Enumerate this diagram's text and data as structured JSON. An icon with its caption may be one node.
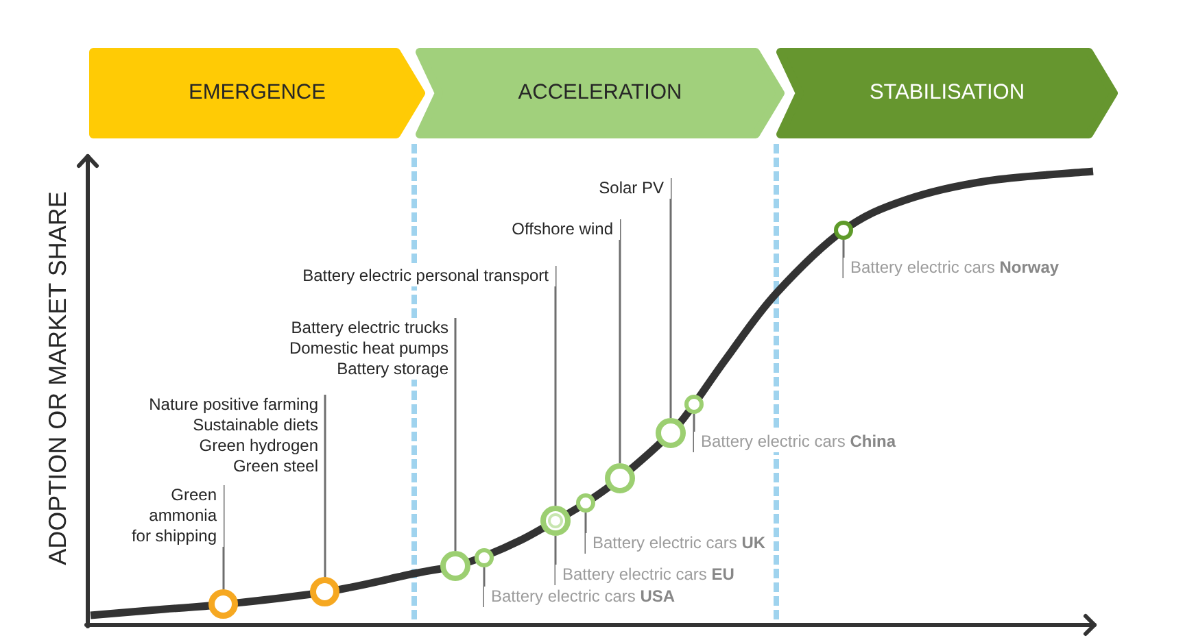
{
  "diagram": {
    "nodes": [
      {
        "text": [
          "EMERGENCE"
        ]
      },
      {
        "text": [
          "ACCELERATION"
        ]
      },
      {
        "text": [
          "STABILISATION"
        ]
      },
      {
        "text": [
          "Green ammonia for shipping"
        ]
      },
      {
        "text": [],
        "shape": "circle"
      },
      {
        "text": [
          "Nature positive farming",
          "Sustainable diets",
          "Green hydrogen",
          "Green steel"
        ]
      },
      {
        "text": [],
        "shape": "circle"
      },
      {
        "text": [
          "Battery electric trucks",
          "Domestic heat pumps",
          "Battery storage"
        ]
      },
      {
        "text": [],
        "shape": "circle"
      },
      {
        "text": [],
        "shape": "circle"
      },
      {
        "text": [
          "Battery electric cars **USA**"
        ]
      },
      {
        "text": [
          "Battery electric personal transport"
        ]
      },
      {
        "text": [],
        "shape": "circle"
      },
      {
        "text": [],
        "shape": "circle"
      },
      {
        "text": [
          "Battery electric cars **EU**"
        ]
      },
      {
        "text": [
          "Battery electric cars **UK**"
        ]
      },
      {
        "text": [
          "Offshore wind"
        ]
      },
      {
        "text": [],
        "shape": "circle"
      },
      {
        "text": [
          "Solar PV"
        ]
      },
      {
        "text": [],
        "shape": "circle"
      },
      {
        "text": [],
        "shape": "circle"
      },
      {
        "text": [
          "Battery electric cars **China**"
        ]
      },
      {
        "text": [],
        "shape": "circle"
      },
      {
        "text": [
          "Battery electric cars **Norway**"
        ]
      }
    ],
    "edges": [
      {
        "from": 3,
        "to": 4,
        "arrow": "none"
      },
      {
        "from": 5,
        "to": 6,
        "arrow": "none"
      },
      {
        "from": 7,
        "to": 8,
        "arrow": "none"
      },
      {
        "from": 10,
        "to": 9,
        "arrow": "none"
      },
      {
        "from": 11,
        "to": 12,
        "arrow": "none"
      },
      {
        "from": 14,
        "to": 12,
        "arrow": "none"
      },
      {
        "from": 15,
        "to": 13,
        "arrow": "none"
      },
      {
        "from": 16,
        "to": 17,
        "arrow": "none"
      },
      {
        "from": 18,
        "to": 19,
        "arrow": "none"
      },
      {
        "from": 21,
        "to": 20,
        "arrow": "none"
      },
      {
        "from": 23,
        "to": 22,
        "arrow": "none"
      }
    ],
    "labels": [
      "ADOPTION OR MARKET SHARE"
    ]
  }
}
